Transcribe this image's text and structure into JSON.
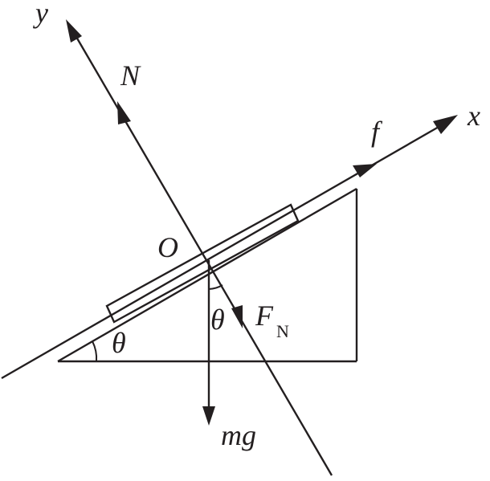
{
  "diagram": {
    "labels": {
      "y_axis": "y",
      "x_axis": "x",
      "normal_force": "N",
      "friction": "f",
      "origin": "O",
      "weight": "mg",
      "theta_incline": "θ",
      "theta_vertical": "θ",
      "pressure_force": "F",
      "pressure_force_subscript": "N"
    },
    "colors": {
      "ink": "#231f20",
      "background": "#ffffff"
    }
  }
}
